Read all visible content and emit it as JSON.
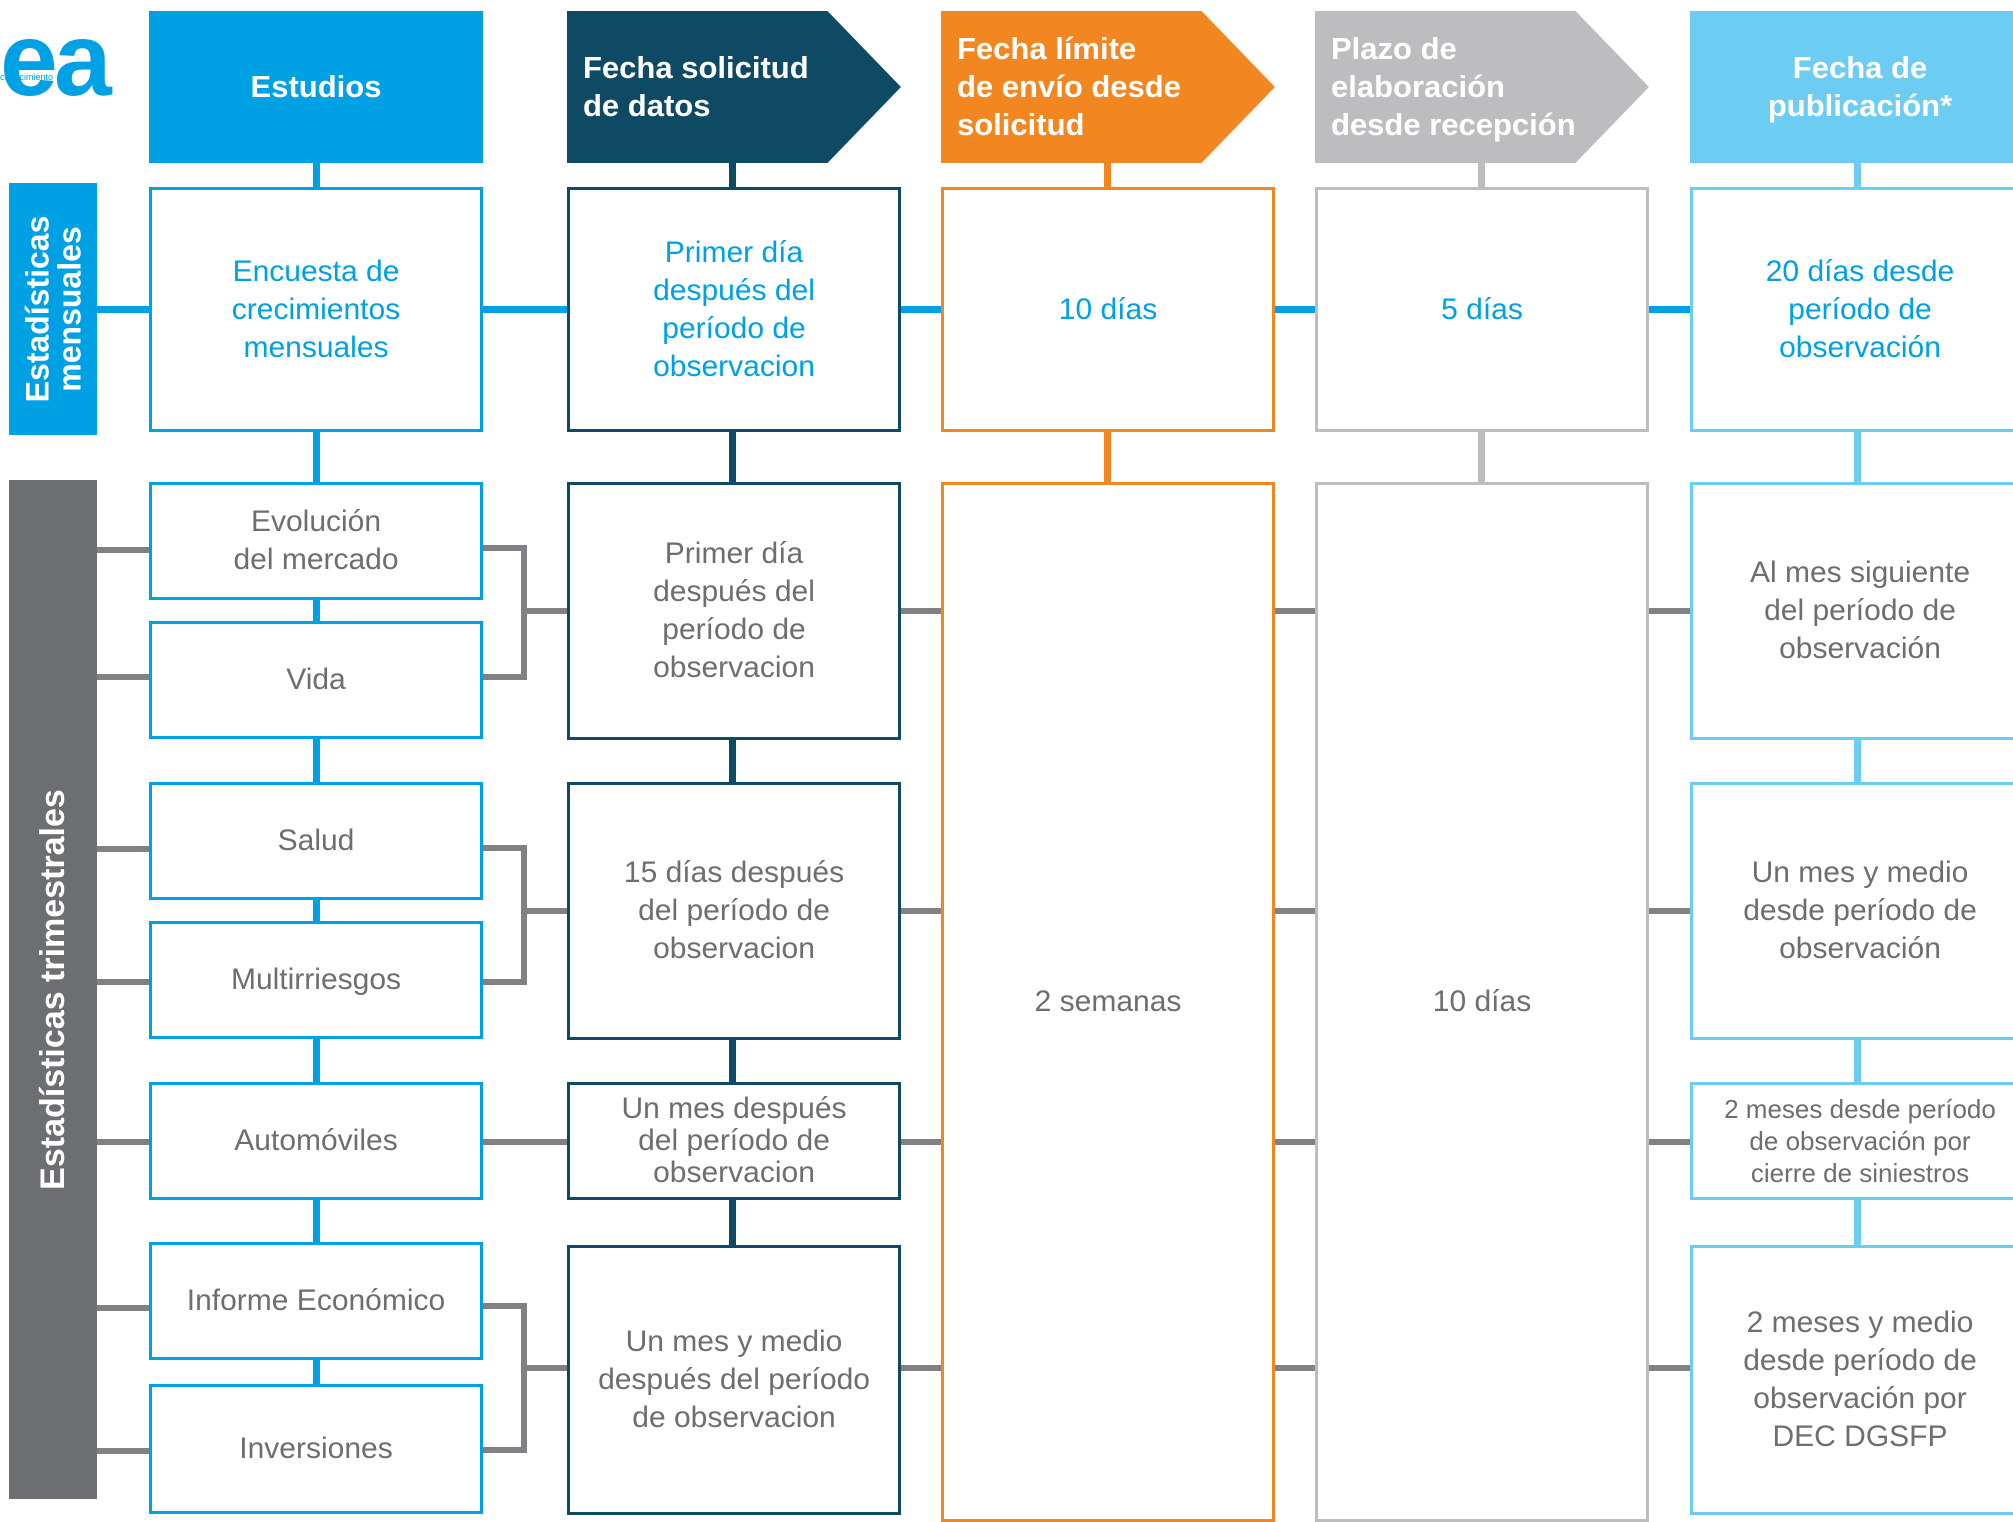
{
  "logo": {
    "text": "ea",
    "subtitle": "conocimiento"
  },
  "colors": {
    "estudios": "#00a1e4",
    "solicitud": "#0e4a63",
    "envio": "#f28621",
    "elaboracion": "#bdbdbf",
    "publicacion": "#6dccf2",
    "trimestral": "#6d6e71"
  },
  "headers": {
    "estudios": "Estudios",
    "solicitud": [
      "Fecha solicitud",
      "de datos"
    ],
    "envio": [
      "Fecha límite",
      "de envío desde",
      "solicitud"
    ],
    "elaboracion": [
      "Plazo de",
      "elaboración",
      "desde recepción"
    ],
    "publicacion": [
      "Fecha de",
      "publicación*"
    ]
  },
  "sections": {
    "mensuales": [
      "Estadísticas",
      "mensuales"
    ],
    "trimestrales": "Estadísticas trimestrales"
  },
  "mensual": {
    "estudio": "Encuesta de\ncrecimientos\nmensuales",
    "solicitud": "Primer día\ndespués del\nperíodo de\nobservacion",
    "envio": "10 días",
    "elaboracion": "5 días",
    "publicacion": "20 días desde\nperíodo de\nobservación"
  },
  "trimestral": {
    "estudios": [
      "Evolución\ndel mercado",
      "Vida",
      "Salud",
      "Multirriesgos",
      "Automóviles",
      "Informe Económico",
      "Inversiones"
    ],
    "solicitud": [
      "Primer día\ndespués del\nperíodo de\nobservacion",
      "15 días después\ndel período de\nobservacion",
      "Un mes después\ndel período de\nobservacion",
      "Un mes y medio\ndespués del período\nde observacion"
    ],
    "envio": "2 semanas",
    "elaboracion": "10 días",
    "publicacion": [
      "Al mes siguiente\ndel período de\nobservación",
      "Un mes y medio\ndesde período de\nobservación",
      "2 meses desde período\nde observación por\ncierre de siniestros",
      "2 meses y medio\ndesde período de\nobservación por\nDEC DGSFP"
    ]
  }
}
